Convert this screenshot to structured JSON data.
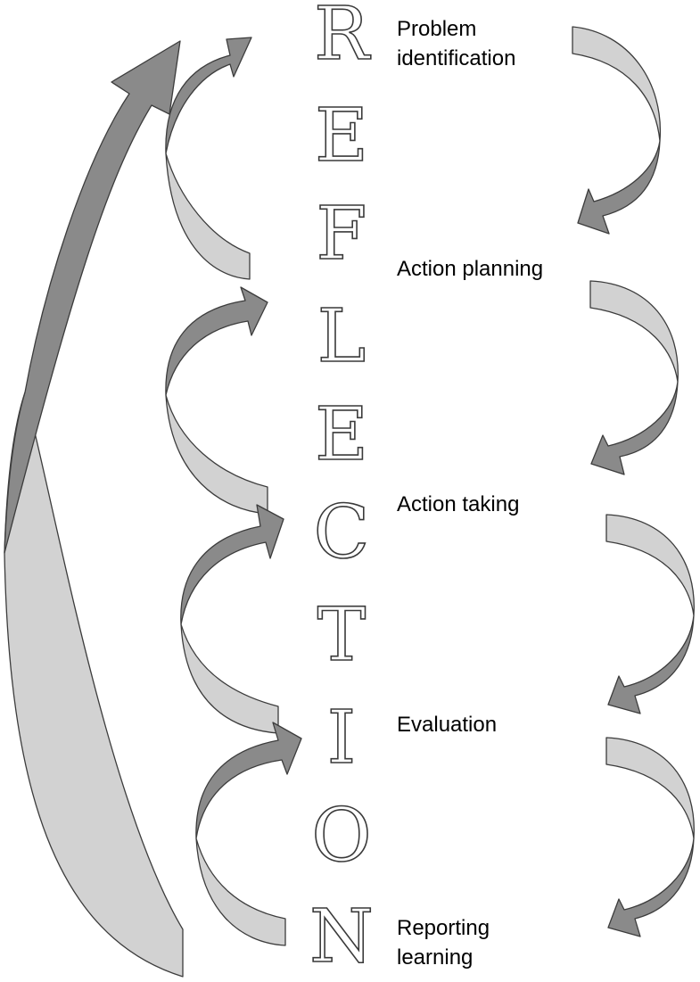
{
  "word": [
    "R",
    "E",
    "F",
    "L",
    "E",
    "C",
    "T",
    "I",
    "O",
    "N"
  ],
  "stages": [
    {
      "lines": [
        "Problem",
        "identification"
      ]
    },
    {
      "lines": [
        "Action planning"
      ]
    },
    {
      "lines": [
        "Action taking"
      ]
    },
    {
      "lines": [
        "Evaluation"
      ]
    },
    {
      "lines": [
        "Reporting",
        "learning"
      ]
    }
  ],
  "colors": {
    "arrow_light": "#d2d2d2",
    "arrow_dark": "#8a8a8a",
    "outline": "#3c3c3c"
  }
}
